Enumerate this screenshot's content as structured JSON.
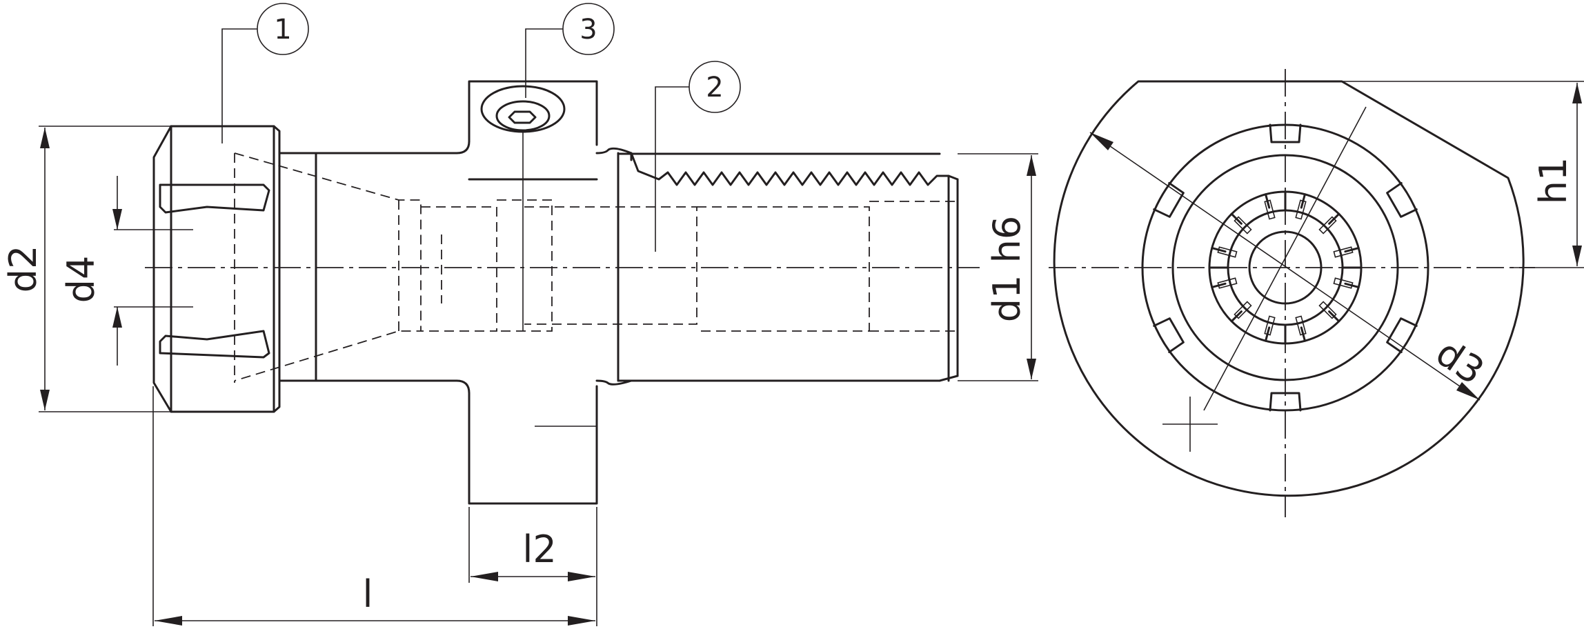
{
  "callouts": [
    {
      "id": "callout-1",
      "label": "1"
    },
    {
      "id": "callout-2",
      "label": "2"
    },
    {
      "id": "callout-3",
      "label": "3"
    }
  ],
  "dimensions": {
    "d2": "d2",
    "d4": "d4",
    "d1": "d1 h6",
    "l2": "l2",
    "l": "l",
    "d3": "d3",
    "h1": "h1"
  },
  "colors": {
    "line": "#231f20",
    "background": "#ffffff"
  }
}
